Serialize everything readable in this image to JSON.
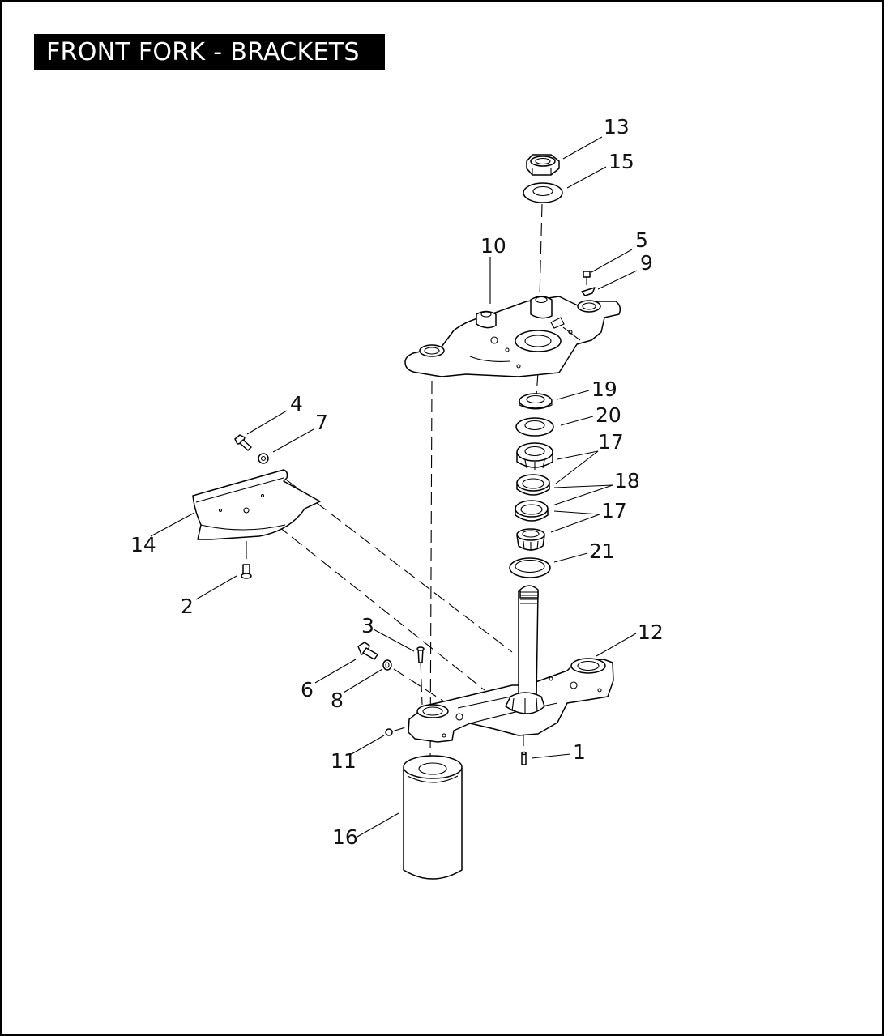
{
  "title": "FRONT FORK - BRACKETS",
  "callouts": [
    {
      "id": "13",
      "text": "13"
    },
    {
      "id": "15",
      "text": "15"
    },
    {
      "id": "10",
      "text": "10"
    },
    {
      "id": "5",
      "text": "5"
    },
    {
      "id": "9",
      "text": "9"
    },
    {
      "id": "19",
      "text": "19"
    },
    {
      "id": "20",
      "text": "20"
    },
    {
      "id": "17a",
      "text": "17"
    },
    {
      "id": "18",
      "text": "18"
    },
    {
      "id": "17b",
      "text": "17"
    },
    {
      "id": "21",
      "text": "21"
    },
    {
      "id": "4",
      "text": "4"
    },
    {
      "id": "7",
      "text": "7"
    },
    {
      "id": "14",
      "text": "14"
    },
    {
      "id": "2",
      "text": "2"
    },
    {
      "id": "3",
      "text": "3"
    },
    {
      "id": "12",
      "text": "12"
    },
    {
      "id": "6",
      "text": "6"
    },
    {
      "id": "8",
      "text": "8"
    },
    {
      "id": "11",
      "text": "11"
    },
    {
      "id": "1",
      "text": "1"
    },
    {
      "id": "16",
      "text": "16"
    }
  ]
}
